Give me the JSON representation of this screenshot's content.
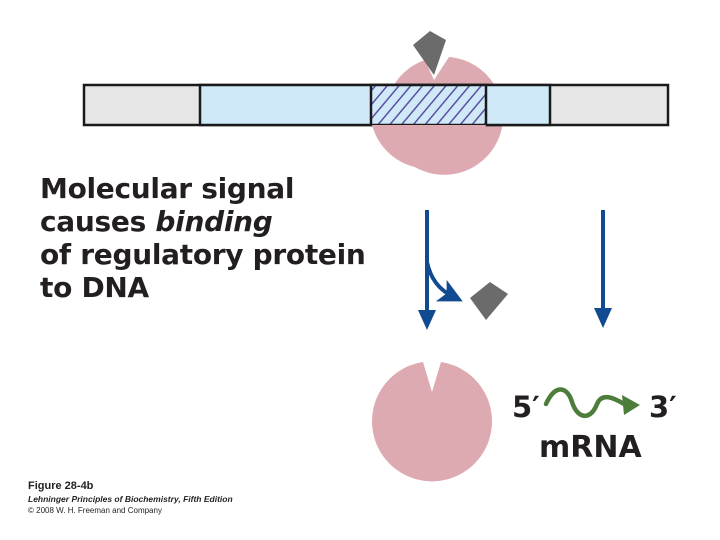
{
  "caption": {
    "line1": "Molecular signal",
    "line2_prefix": "causes ",
    "line2_italic": "binding",
    "line3": "of regulatory protein",
    "line4": "to DNA"
  },
  "mrna": {
    "five_prime": "5′",
    "three_prime": "3′",
    "label": "mRNA"
  },
  "footer": {
    "figure": "Figure 28-4b",
    "book": "Lehninger Principles of Biochemistry, Fifth Edition",
    "copyright": "© 2008 W. H. Freeman and Company"
  },
  "colors": {
    "protein": "#deaab2",
    "signal": "#6b6b6b",
    "dna_outer": "#e6e6e6",
    "dna_gene": "#cfe9f8",
    "operator_hatch": "#5b4fa0",
    "arrow_blue": "#124a92",
    "mrna_green": "#4c7d3a",
    "text": "#231f20"
  }
}
